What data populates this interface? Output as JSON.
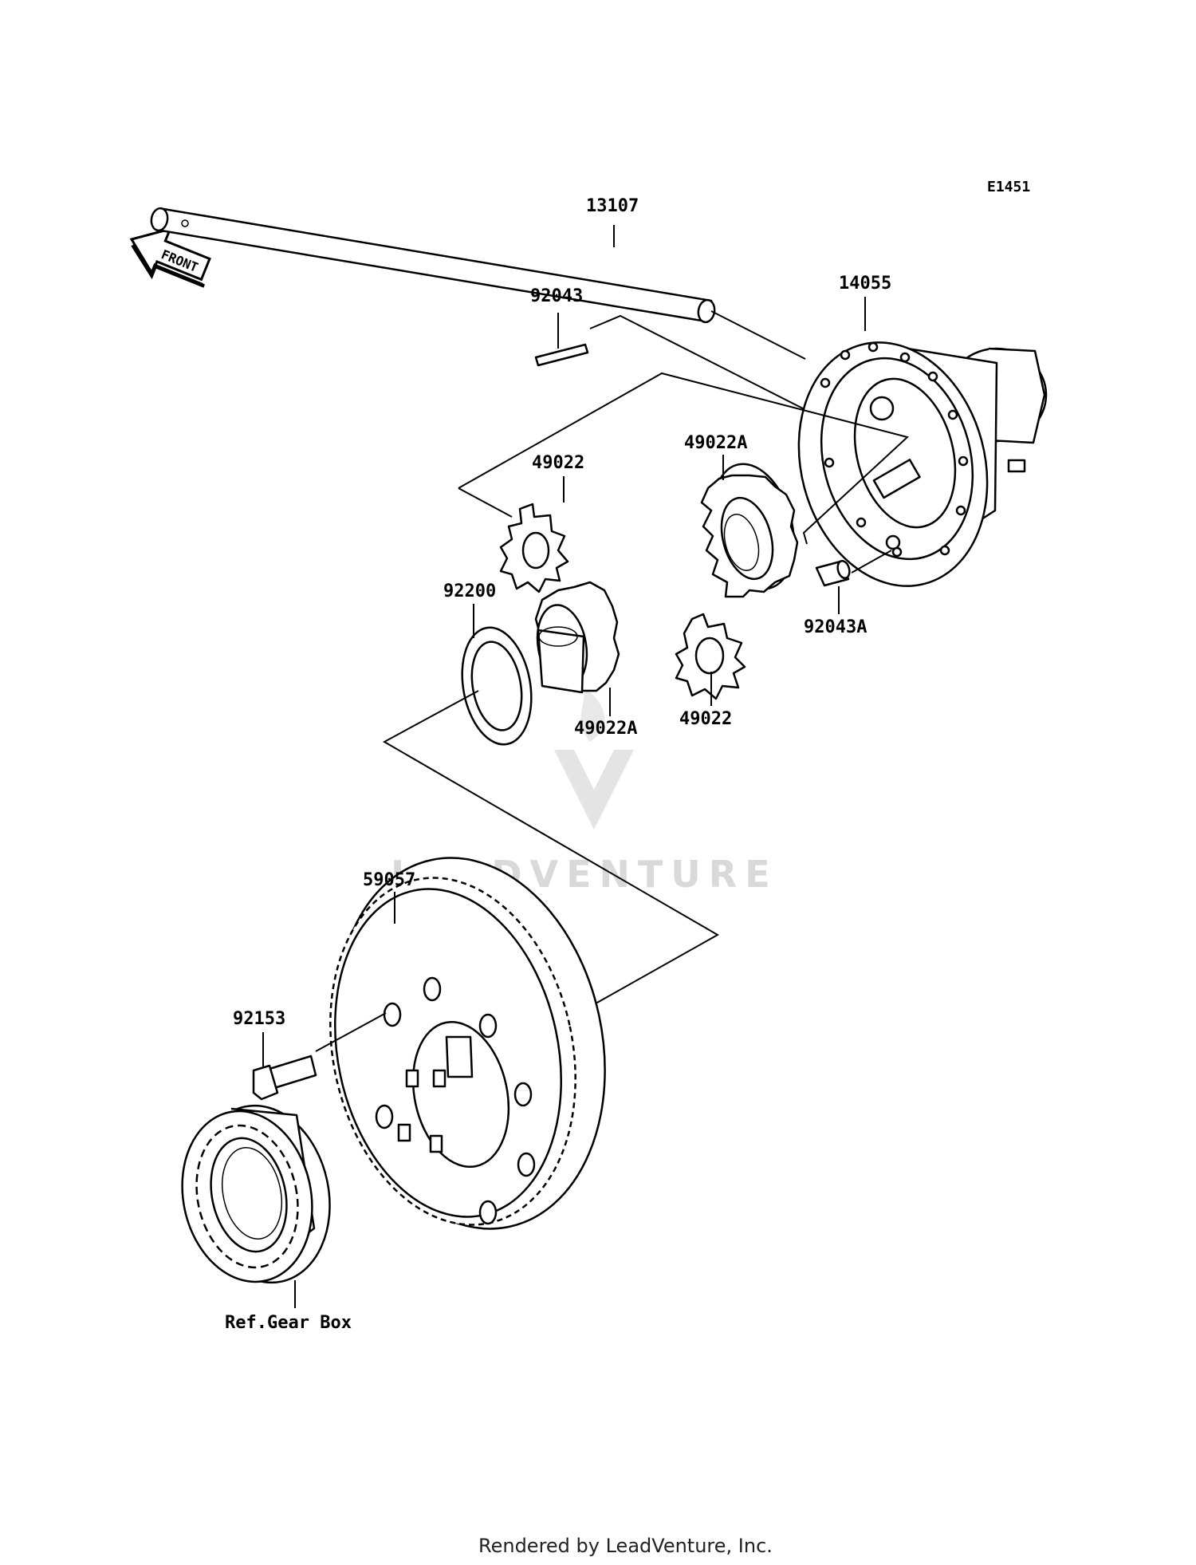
{
  "diagram_code": "E1451",
  "front_label": "FRONT",
  "parts": {
    "p13107": "13107",
    "p14055": "14055",
    "p92043": "92043",
    "p49022_top": "49022",
    "p49022A_top": "49022A",
    "p92200": "92200",
    "p92043A": "92043A",
    "p49022A_bottom": "49022A",
    "p49022_bottom": "49022",
    "p59057": "59057",
    "p92153": "92153",
    "ref_gear_box": "Ref.Gear Box"
  },
  "watermark": "LEADVENTURE",
  "footer": "Rendered by LeadVenture, Inc."
}
